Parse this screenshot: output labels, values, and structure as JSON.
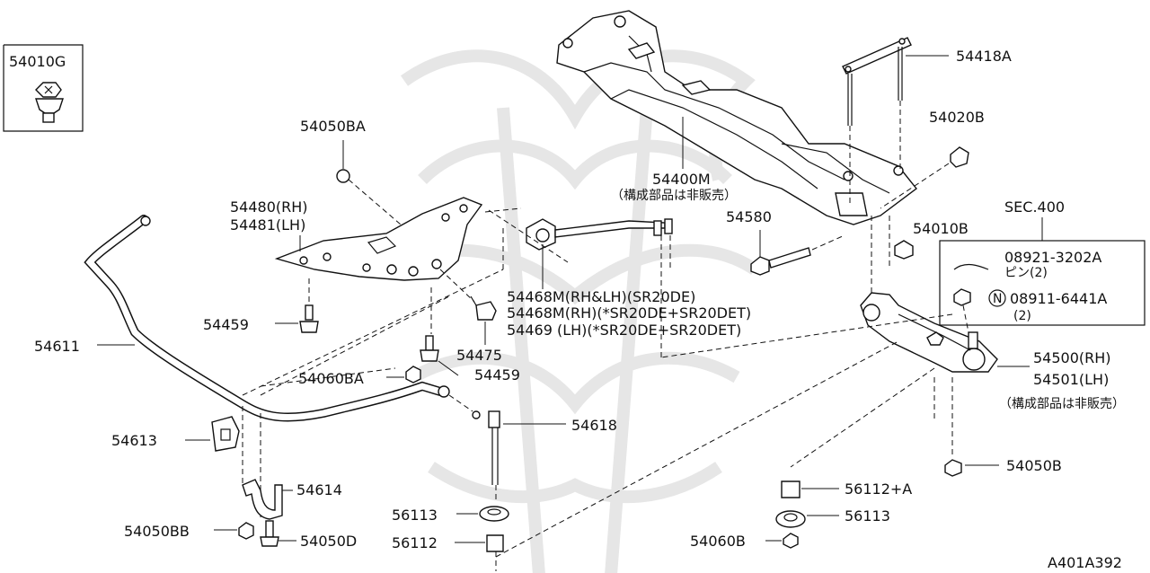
{
  "diagram_id": "A401A392",
  "callouts": {
    "c54010G": "54010G",
    "c54050BA": "54050BA",
    "c54480": "54480(RH)",
    "c54481": "54481(LH)",
    "c54459a": "54459",
    "c54611": "54611",
    "c54475": "54475",
    "c54459b": "54459",
    "c54060BA": "54060BA",
    "c54613": "54613",
    "c54614": "54614",
    "c54050BB": "54050BB",
    "c54050D": "54050D",
    "c56113a": "56113",
    "c56112a": "56112",
    "c54618": "54618",
    "c54468a": "54468M(RH&LH)(SR20DE)",
    "c54468b": "54468M(RH)(*SR20DE+SR20DET)",
    "c54469": "54469 (LH)(*SR20DE+SR20DET)",
    "c54400M": "54400M",
    "c54400M_note": "（構成部品は非販売）",
    "c54418A": "54418A",
    "c54020B": "54020B",
    "c54580": "54580",
    "c54010B": "54010B",
    "sec400": "SEC.400",
    "c08921": "08921-3202A",
    "c08921_sub": "ピン(2)",
    "n_symbol": "N",
    "c08911": "08911-6441A",
    "c08911_sub": "(2)",
    "c54500": "54500(RH)",
    "c54501": "54501(LH)",
    "c54500_note": "（構成部品は非販売）",
    "c54050B": "54050B",
    "c56112A": "56112+A",
    "c56113b": "56113",
    "c54060B": "54060B"
  }
}
